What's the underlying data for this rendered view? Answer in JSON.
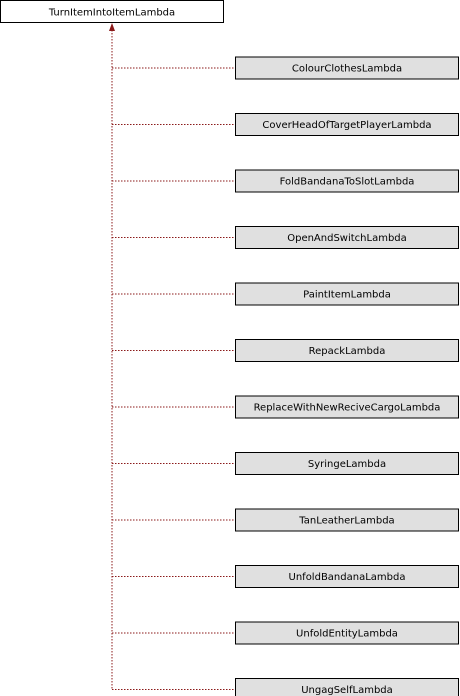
{
  "colors": {
    "base_fill": "#ffffff",
    "child_fill": "#e0e0e0",
    "border": "#000000",
    "edge": "#8b1a1a"
  },
  "diagram": {
    "base_class": "TurnItemIntoItemLambda",
    "derived_classes": [
      "ColourClothesLambda",
      "CoverHeadOfTargetPlayerLambda",
      "FoldBandanaToSlotLambda",
      "OpenAndSwitchLambda",
      "PaintItemLambda",
      "RepackLambda",
      "ReplaceWithNewReciveCargoLambda",
      "SyringeLambda",
      "TanLeatherLambda",
      "UnfoldBandanaLambda",
      "UnfoldEntityLambda",
      "UngagSelfLambda"
    ]
  }
}
